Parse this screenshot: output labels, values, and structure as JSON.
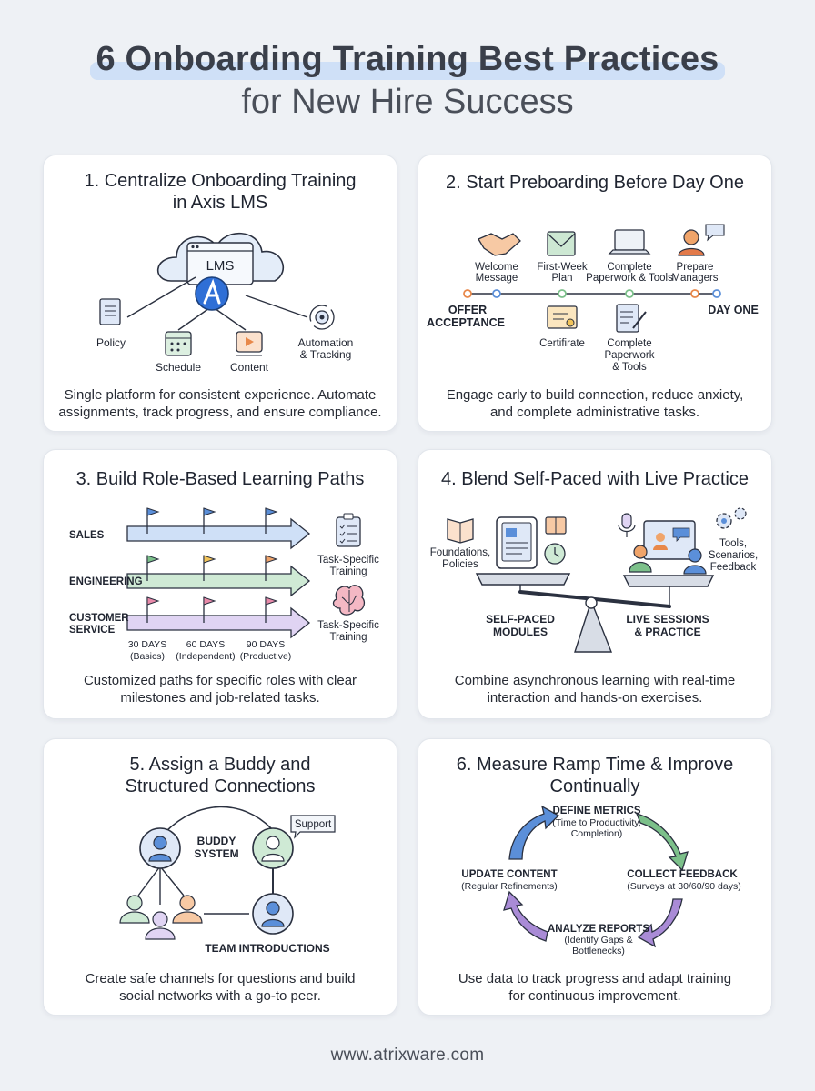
{
  "header": {
    "title_line1": "6 Onboarding Training Best Practices",
    "title_line2": "for New Hire Success"
  },
  "cards": [
    {
      "title_line1": "1. Centralize Onboarding Training",
      "title_line2": "in Axis LMS",
      "hub_label": "LMS",
      "items": [
        "Policy",
        "Schedule",
        "Content",
        "Automation",
        "& Tracking"
      ],
      "desc_line1": "Single platform for consistent experience. Automate",
      "desc_line2": "assignments, track progress, and ensure compliance."
    },
    {
      "title": "2. Start Preboarding Before Day One",
      "start_label_1": "OFFER",
      "start_label_2": "ACCEPTANCE",
      "end_label": "DAY ONE",
      "top_steps": [
        {
          "l1": "Welcome",
          "l2": "Message"
        },
        {
          "l1": "First-Week",
          "l2": "Plan"
        },
        {
          "l1": "Complete",
          "l2": "Paperwork & Tools"
        },
        {
          "l1": "Prepare",
          "l2": "Managers"
        }
      ],
      "bottom_steps": [
        {
          "l1": "Certifirate",
          "l2": "",
          "l3": ""
        },
        {
          "l1": "Complete",
          "l2": "Paperwork",
          "l3": "& Tools"
        }
      ],
      "desc_line1": "Engage early to build connection, reduce anxiety,",
      "desc_line2": "and complete administrative tasks."
    },
    {
      "title": "3. Build Role-Based Learning Paths",
      "roles": [
        {
          "l1": "SALES",
          "l2": ""
        },
        {
          "l1": "ENGINEERING",
          "l2": ""
        },
        {
          "l1": "CUSTOMER",
          "l2": "SERVICE"
        }
      ],
      "training_label_1": "Task-Specific",
      "training_label_2": "Training",
      "milestones": [
        {
          "days": "30 DAYS",
          "phase": "(Basics)"
        },
        {
          "days": "60 DAYS",
          "phase": "(Independent)"
        },
        {
          "days": "90 DAYS",
          "phase": "(Productive)"
        }
      ],
      "desc_line1": "Customized paths for specific roles with clear",
      "desc_line2": "milestones and job-related tasks."
    },
    {
      "title": "4. Blend Self-Paced with Live Practice",
      "left_items_1": "Foundations,",
      "left_items_2": "Policies",
      "right_items_1": "Tools,",
      "right_items_2": "Scenarios,",
      "right_items_3": "Feedback",
      "left_label_1": "SELF-PACED",
      "left_label_2": "MODULES",
      "right_label_1": "LIVE SESSIONS",
      "right_label_2": "& PRACTICE",
      "desc_line1": "Combine asynchronous learning with real-time",
      "desc_line2": "interaction and hands-on exercises."
    },
    {
      "title_line1": "5. Assign a Buddy and",
      "title_line2": "Structured Connections",
      "buddy_label_1": "BUDDY",
      "buddy_label_2": "SYSTEM",
      "support_label": "Support",
      "team_label": "TEAM INTRODUCTIONS",
      "desc_line1": "Create safe channels for questions and build",
      "desc_line2": "social networks with a go-to peer."
    },
    {
      "title_line1": "6. Measure Ramp Time & Improve",
      "title_line2": "Continually",
      "steps": [
        {
          "name": "DEFINE METRICS",
          "d1": "(Time to Productivity,",
          "d2": "Completion)"
        },
        {
          "name": "COLLECT FEEDBACK",
          "d1": "(Surveys at 30/60/90 days)",
          "d2": ""
        },
        {
          "name": "ANALYZE REPORTS",
          "d1": "(Identify Gaps &",
          "d2": "Bottlenecks)"
        },
        {
          "name": "UPDATE CONTENT",
          "d1": "(Regular Refinements)",
          "d2": ""
        }
      ],
      "desc_line1": "Use data to track progress and adapt training",
      "desc_line2": "for continuous improvement."
    }
  ],
  "footer": {
    "url": "www.atrixware.com"
  },
  "colors": {
    "blue": "#5b8fd9",
    "green": "#7cc08a",
    "purple": "#a98bd6",
    "orange": "#f0a46a",
    "pink": "#e98aa9",
    "yellow": "#f2c45a",
    "accent": "#2f6fd6"
  }
}
